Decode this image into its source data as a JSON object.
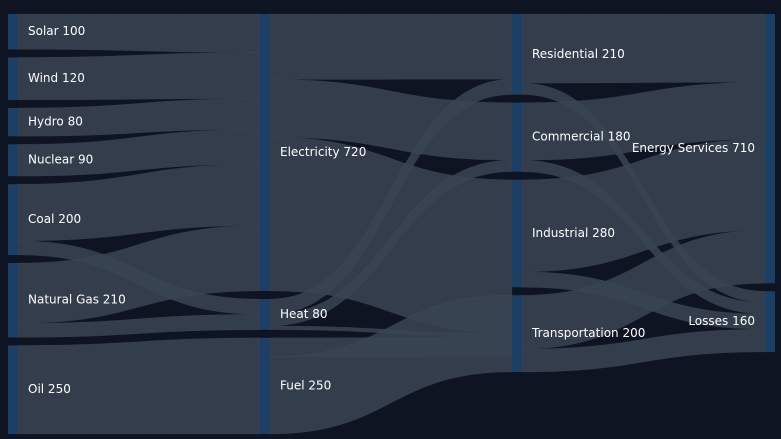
{
  "chart_data": {
    "type": "sankey",
    "title": "",
    "colors": {
      "background": "#0e1421",
      "node_fill": "#2c3645",
      "node_bar": "#1c3f66",
      "link": "#3a4454",
      "link_highlight": "#5a6575"
    },
    "nodes": [
      {
        "id": "solar",
        "label": "Solar 100",
        "name": "Solar",
        "value": 100,
        "column": 0
      },
      {
        "id": "wind",
        "label": "Wind 120",
        "name": "Wind",
        "value": 120,
        "column": 0
      },
      {
        "id": "hydro",
        "label": "Hydro 80",
        "name": "Hydro",
        "value": 80,
        "column": 0
      },
      {
        "id": "nuclear",
        "label": "Nuclear 90",
        "name": "Nuclear",
        "value": 90,
        "column": 0
      },
      {
        "id": "coal",
        "label": "Coal 200",
        "name": "Coal",
        "value": 200,
        "column": 0
      },
      {
        "id": "gas",
        "label": "Natural Gas 210",
        "name": "Natural Gas",
        "value": 210,
        "column": 0
      },
      {
        "id": "oil",
        "label": "Oil 250",
        "name": "Oil",
        "value": 250,
        "column": 0
      },
      {
        "id": "electricity",
        "label": "Electricity 720",
        "name": "Electricity",
        "value": 720,
        "column": 1
      },
      {
        "id": "heat",
        "label": "Heat 80",
        "name": "Heat",
        "value": 80,
        "column": 1
      },
      {
        "id": "fuel",
        "label": "Fuel 250",
        "name": "Fuel",
        "value": 250,
        "column": 1
      },
      {
        "id": "residential",
        "label": "Residential 210",
        "name": "Residential",
        "value": 210,
        "column": 2
      },
      {
        "id": "commercial",
        "label": "Commercial 180",
        "name": "Commercial",
        "value": 180,
        "column": 2
      },
      {
        "id": "industrial",
        "label": "Industrial 280",
        "name": "Industrial",
        "value": 280,
        "column": 2
      },
      {
        "id": "transportation",
        "label": "Transportation 200",
        "name": "Transportation",
        "value": 200,
        "column": 2
      },
      {
        "id": "services",
        "label": "Energy Services 710",
        "name": "Energy Services",
        "value": 710,
        "column": 3
      },
      {
        "id": "losses",
        "label": "Losses 160",
        "name": "Losses",
        "value": 160,
        "column": 3
      }
    ],
    "links": [
      {
        "source": "solar",
        "target": "electricity",
        "value": 100
      },
      {
        "source": "wind",
        "target": "electricity",
        "value": 120
      },
      {
        "source": "hydro",
        "target": "electricity",
        "value": 80
      },
      {
        "source": "nuclear",
        "target": "electricity",
        "value": 90
      },
      {
        "source": "coal",
        "target": "electricity",
        "value": 160
      },
      {
        "source": "coal",
        "target": "heat",
        "value": 40
      },
      {
        "source": "gas",
        "target": "electricity",
        "value": 170
      },
      {
        "source": "gas",
        "target": "heat",
        "value": 40
      },
      {
        "source": "oil",
        "target": "fuel",
        "value": 250
      },
      {
        "source": "electricity",
        "target": "residential",
        "value": 170
      },
      {
        "source": "electricity",
        "target": "commercial",
        "value": 150
      },
      {
        "source": "electricity",
        "target": "industrial",
        "value": 400
      },
      {
        "source": "heat",
        "target": "residential",
        "value": 40
      },
      {
        "source": "heat",
        "target": "commercial",
        "value": 30
      },
      {
        "source": "heat",
        "target": "industrial",
        "value": 10
      },
      {
        "source": "fuel",
        "target": "industrial",
        "value": 50
      },
      {
        "source": "fuel",
        "target": "transportation",
        "value": 200
      },
      {
        "source": "residential",
        "target": "services",
        "value": 180
      },
      {
        "source": "residential",
        "target": "losses",
        "value": 30
      },
      {
        "source": "commercial",
        "target": "services",
        "value": 150
      },
      {
        "source": "commercial",
        "target": "losses",
        "value": 30
      },
      {
        "source": "industrial",
        "target": "services",
        "value": 240
      },
      {
        "source": "industrial",
        "target": "losses",
        "value": 40
      },
      {
        "source": "transportation",
        "target": "services",
        "value": 140
      },
      {
        "source": "transportation",
        "target": "losses",
        "value": 60
      }
    ]
  }
}
